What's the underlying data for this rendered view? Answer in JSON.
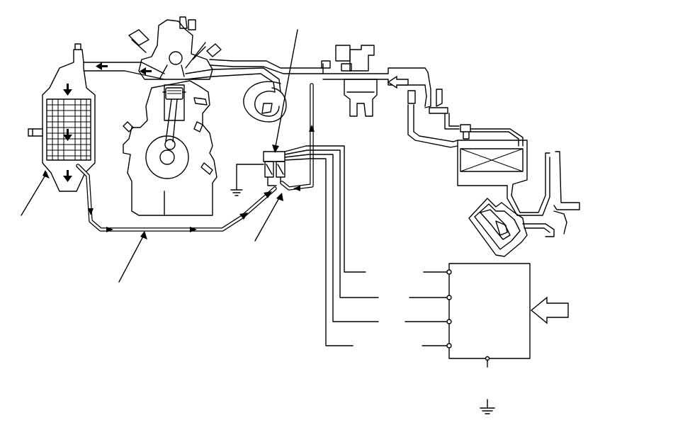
{
  "diagram": {
    "components": [
      "catalytic-converter",
      "engine",
      "intake-manifold",
      "throttle-body",
      "charcoal-canister",
      "control-module",
      "solenoid-valve"
    ],
    "callout_count": 5,
    "control_module_terminals": 4,
    "flow_arrow_count": 12,
    "colors": {
      "line": "#000000",
      "background": "#ffffff"
    }
  }
}
